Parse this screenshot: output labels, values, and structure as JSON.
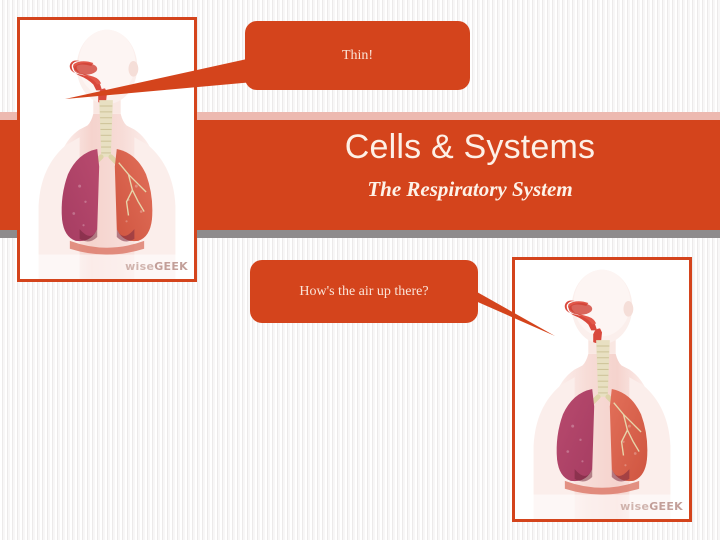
{
  "slide": {
    "title": "Cells & Systems",
    "subtitle": "The Respiratory System",
    "accent_color": "#d4441c",
    "band_pink_color": "#edb9b0",
    "band_gray_color": "#8e8b8c",
    "title_text_color": "#fdf0e6",
    "background": "white pinstripe"
  },
  "callouts": [
    {
      "id": "thin",
      "text": "Thin!",
      "points_to": "left-figure-nose"
    },
    {
      "id": "air",
      "text": "How's the air up there?",
      "points_to": "right-figure-nose"
    }
  ],
  "images": [
    {
      "id": "left",
      "alt": "Human respiratory system diagram, mirrored",
      "watermark": "wiseGEEK",
      "watermark_prefix": "wise",
      "watermark_suffix": "GEEK",
      "flipped": true
    },
    {
      "id": "right",
      "alt": "Human respiratory system diagram",
      "watermark": "wiseGEEK",
      "watermark_prefix": "wise",
      "watermark_suffix": "GEEK",
      "flipped": false
    }
  ]
}
